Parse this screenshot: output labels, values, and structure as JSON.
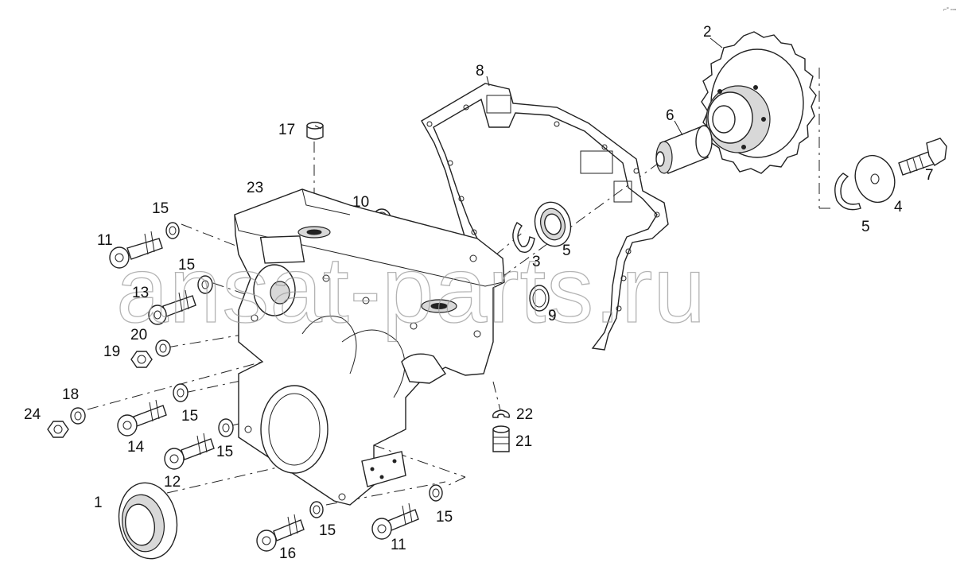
{
  "watermark": "ansat-parts.ru",
  "corner_mark": "⌐° ▫▫▫",
  "callouts": [
    {
      "id": "c1",
      "label": "1"
    },
    {
      "id": "c2",
      "label": "2"
    },
    {
      "id": "c3",
      "label": "3"
    },
    {
      "id": "c4",
      "label": "4"
    },
    {
      "id": "c5a",
      "label": "5"
    },
    {
      "id": "c5b",
      "label": "5"
    },
    {
      "id": "c6",
      "label": "6"
    },
    {
      "id": "c7",
      "label": "7"
    },
    {
      "id": "c8",
      "label": "8"
    },
    {
      "id": "c9",
      "label": "9"
    },
    {
      "id": "c10",
      "label": "10"
    },
    {
      "id": "c11a",
      "label": "11"
    },
    {
      "id": "c11b",
      "label": "11"
    },
    {
      "id": "c12",
      "label": "12"
    },
    {
      "id": "c13",
      "label": "13"
    },
    {
      "id": "c14",
      "label": "14"
    },
    {
      "id": "c15a",
      "label": "15"
    },
    {
      "id": "c15b",
      "label": "15"
    },
    {
      "id": "c15c",
      "label": "15"
    },
    {
      "id": "c15d",
      "label": "15"
    },
    {
      "id": "c15e",
      "label": "15"
    },
    {
      "id": "c15f",
      "label": "15"
    },
    {
      "id": "c16",
      "label": "16"
    },
    {
      "id": "c17",
      "label": "17"
    },
    {
      "id": "c18",
      "label": "18"
    },
    {
      "id": "c19",
      "label": "19"
    },
    {
      "id": "c20",
      "label": "20"
    },
    {
      "id": "c21",
      "label": "21"
    },
    {
      "id": "c22",
      "label": "22"
    },
    {
      "id": "c23",
      "label": "23"
    },
    {
      "id": "c24",
      "label": "24"
    }
  ]
}
